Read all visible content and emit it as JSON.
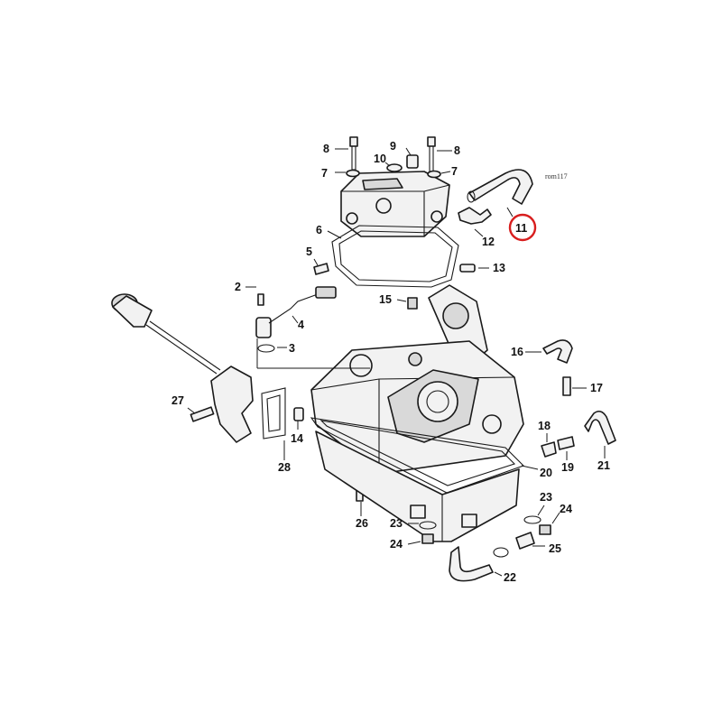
{
  "diagram": {
    "reference_code": "rom117",
    "highlighted_part": "11",
    "highlight_color": "#d81e1e",
    "callouts": {
      "c2": "2",
      "c3": "3",
      "c4": "4",
      "c5": "5",
      "c6": "6",
      "c7a": "7",
      "c7b": "7",
      "c8a": "8",
      "c8b": "8",
      "c9": "9",
      "c10": "10",
      "c11": "11",
      "c12": "12",
      "c13": "13",
      "c14": "14",
      "c15": "15",
      "c16": "16",
      "c17": "17",
      "c18": "18",
      "c19": "19",
      "c20": "20",
      "c21": "21",
      "c22": "22",
      "c23a": "23",
      "c23b": "23",
      "c24a": "24",
      "c24b": "24",
      "c25": "25",
      "c26": "26",
      "c27": "27",
      "c28": "28"
    }
  }
}
